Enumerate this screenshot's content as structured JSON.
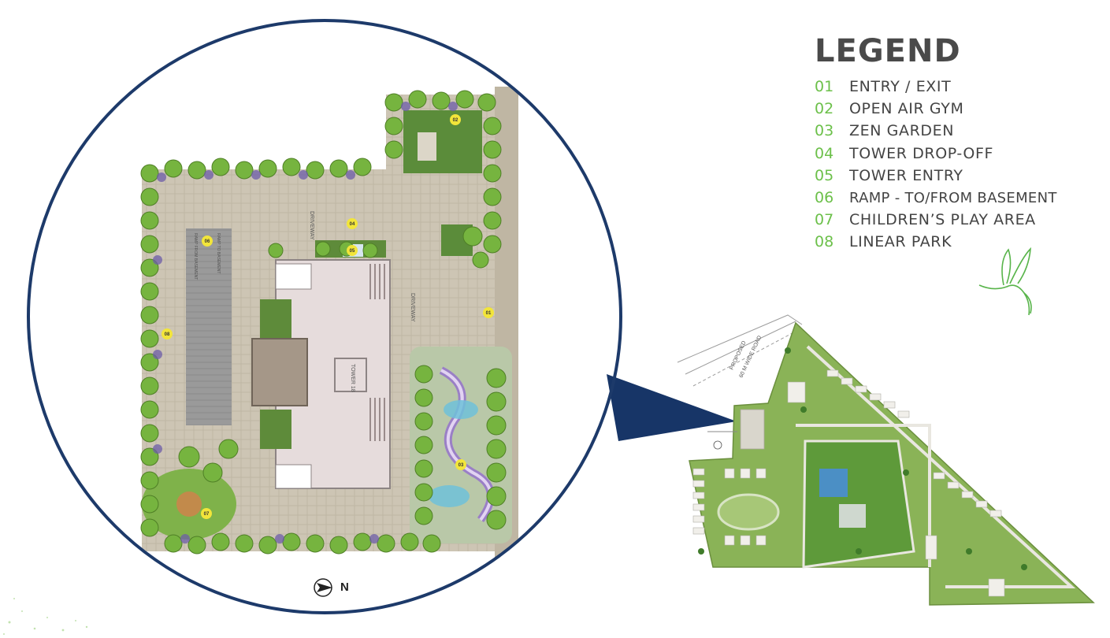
{
  "legend": {
    "title": "LEGEND",
    "items": [
      {
        "num": "01",
        "label": "ENTRY / EXIT"
      },
      {
        "num": "02",
        "label": "OPEN AIR GYM"
      },
      {
        "num": "03",
        "label": "ZEN GARDEN"
      },
      {
        "num": "04",
        "label": "TOWER DROP-OFF"
      },
      {
        "num": "05",
        "label": "TOWER ENTRY"
      },
      {
        "num": "06",
        "label": "RAMP - TO/FROM BASEMENT"
      },
      {
        "num": "07",
        "label": "CHILDREN’S PLAY AREA"
      },
      {
        "num": "08",
        "label": "LINEAR PARK"
      }
    ]
  },
  "plan": {
    "driveway_labels": [
      "DRIVEWAY",
      "DRIVEWAY"
    ],
    "tower_label": "TOWER 18",
    "ramp_labels": [
      "RAMP TO BASEMENT",
      "RAMP FROM BASEMENT"
    ],
    "markers": [
      "01",
      "02",
      "03",
      "04",
      "05",
      "06",
      "07",
      "08"
    ],
    "north": "N"
  },
  "site_plan": {
    "road_label_1": "PROPOSED",
    "road_label_2": "60 M WIDE ROAD"
  },
  "colors": {
    "accent_green": "#6cc04a",
    "circle_border": "#1d3a6a",
    "legend_text": "#444444",
    "marker_yellow": "#f2e53a"
  }
}
